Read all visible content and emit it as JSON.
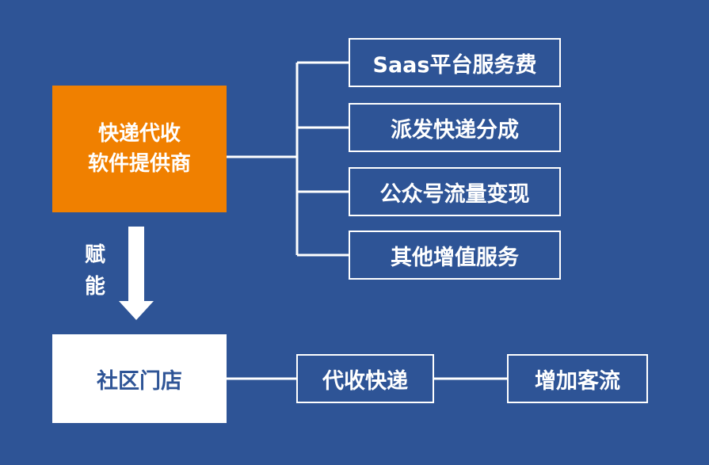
{
  "provider": {
    "line1": "快递代收",
    "line2": "软件提供商"
  },
  "revenue_streams": [
    {
      "label": "Saas平台服务费"
    },
    {
      "label": "派发快递分成"
    },
    {
      "label": "公众号流量变现"
    },
    {
      "label": "其他增值服务"
    }
  ],
  "empower": {
    "char1": "赋",
    "char2": "能"
  },
  "store": {
    "label": "社区门店"
  },
  "store_chain": [
    {
      "label": "代收快递"
    },
    {
      "label": "增加客流"
    }
  ],
  "colors": {
    "background": "#2e5496",
    "provider_fill": "#f08000",
    "store_fill": "#ffffff",
    "line": "#ffffff"
  }
}
